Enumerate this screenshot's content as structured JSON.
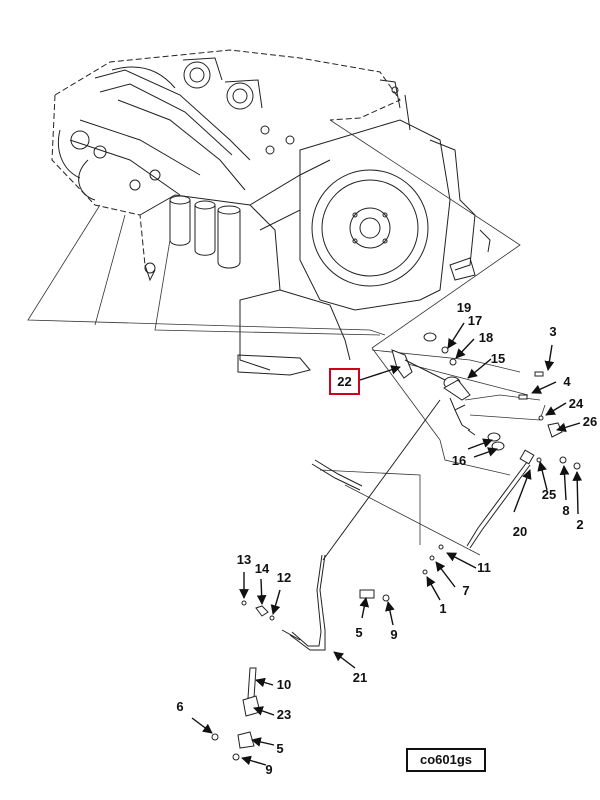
{
  "diagram": {
    "reference_code": "co601gs",
    "highlighted_callout": "22",
    "highlight_color": "#d0021b",
    "callouts": {
      "c1": "1",
      "c2": "2",
      "c3": "3",
      "c4": "4",
      "c5a": "5",
      "c5b": "5",
      "c6": "6",
      "c7": "7",
      "c8": "8",
      "c9a": "9",
      "c9b": "9",
      "c10": "10",
      "c11": "11",
      "c12": "12",
      "c13": "13",
      "c14": "14",
      "c15": "15",
      "c16": "16",
      "c17": "17",
      "c18": "18",
      "c19": "19",
      "c20": "20",
      "c21": "21",
      "c23": "23",
      "c24": "24",
      "c25": "25",
      "c26": "26"
    }
  }
}
